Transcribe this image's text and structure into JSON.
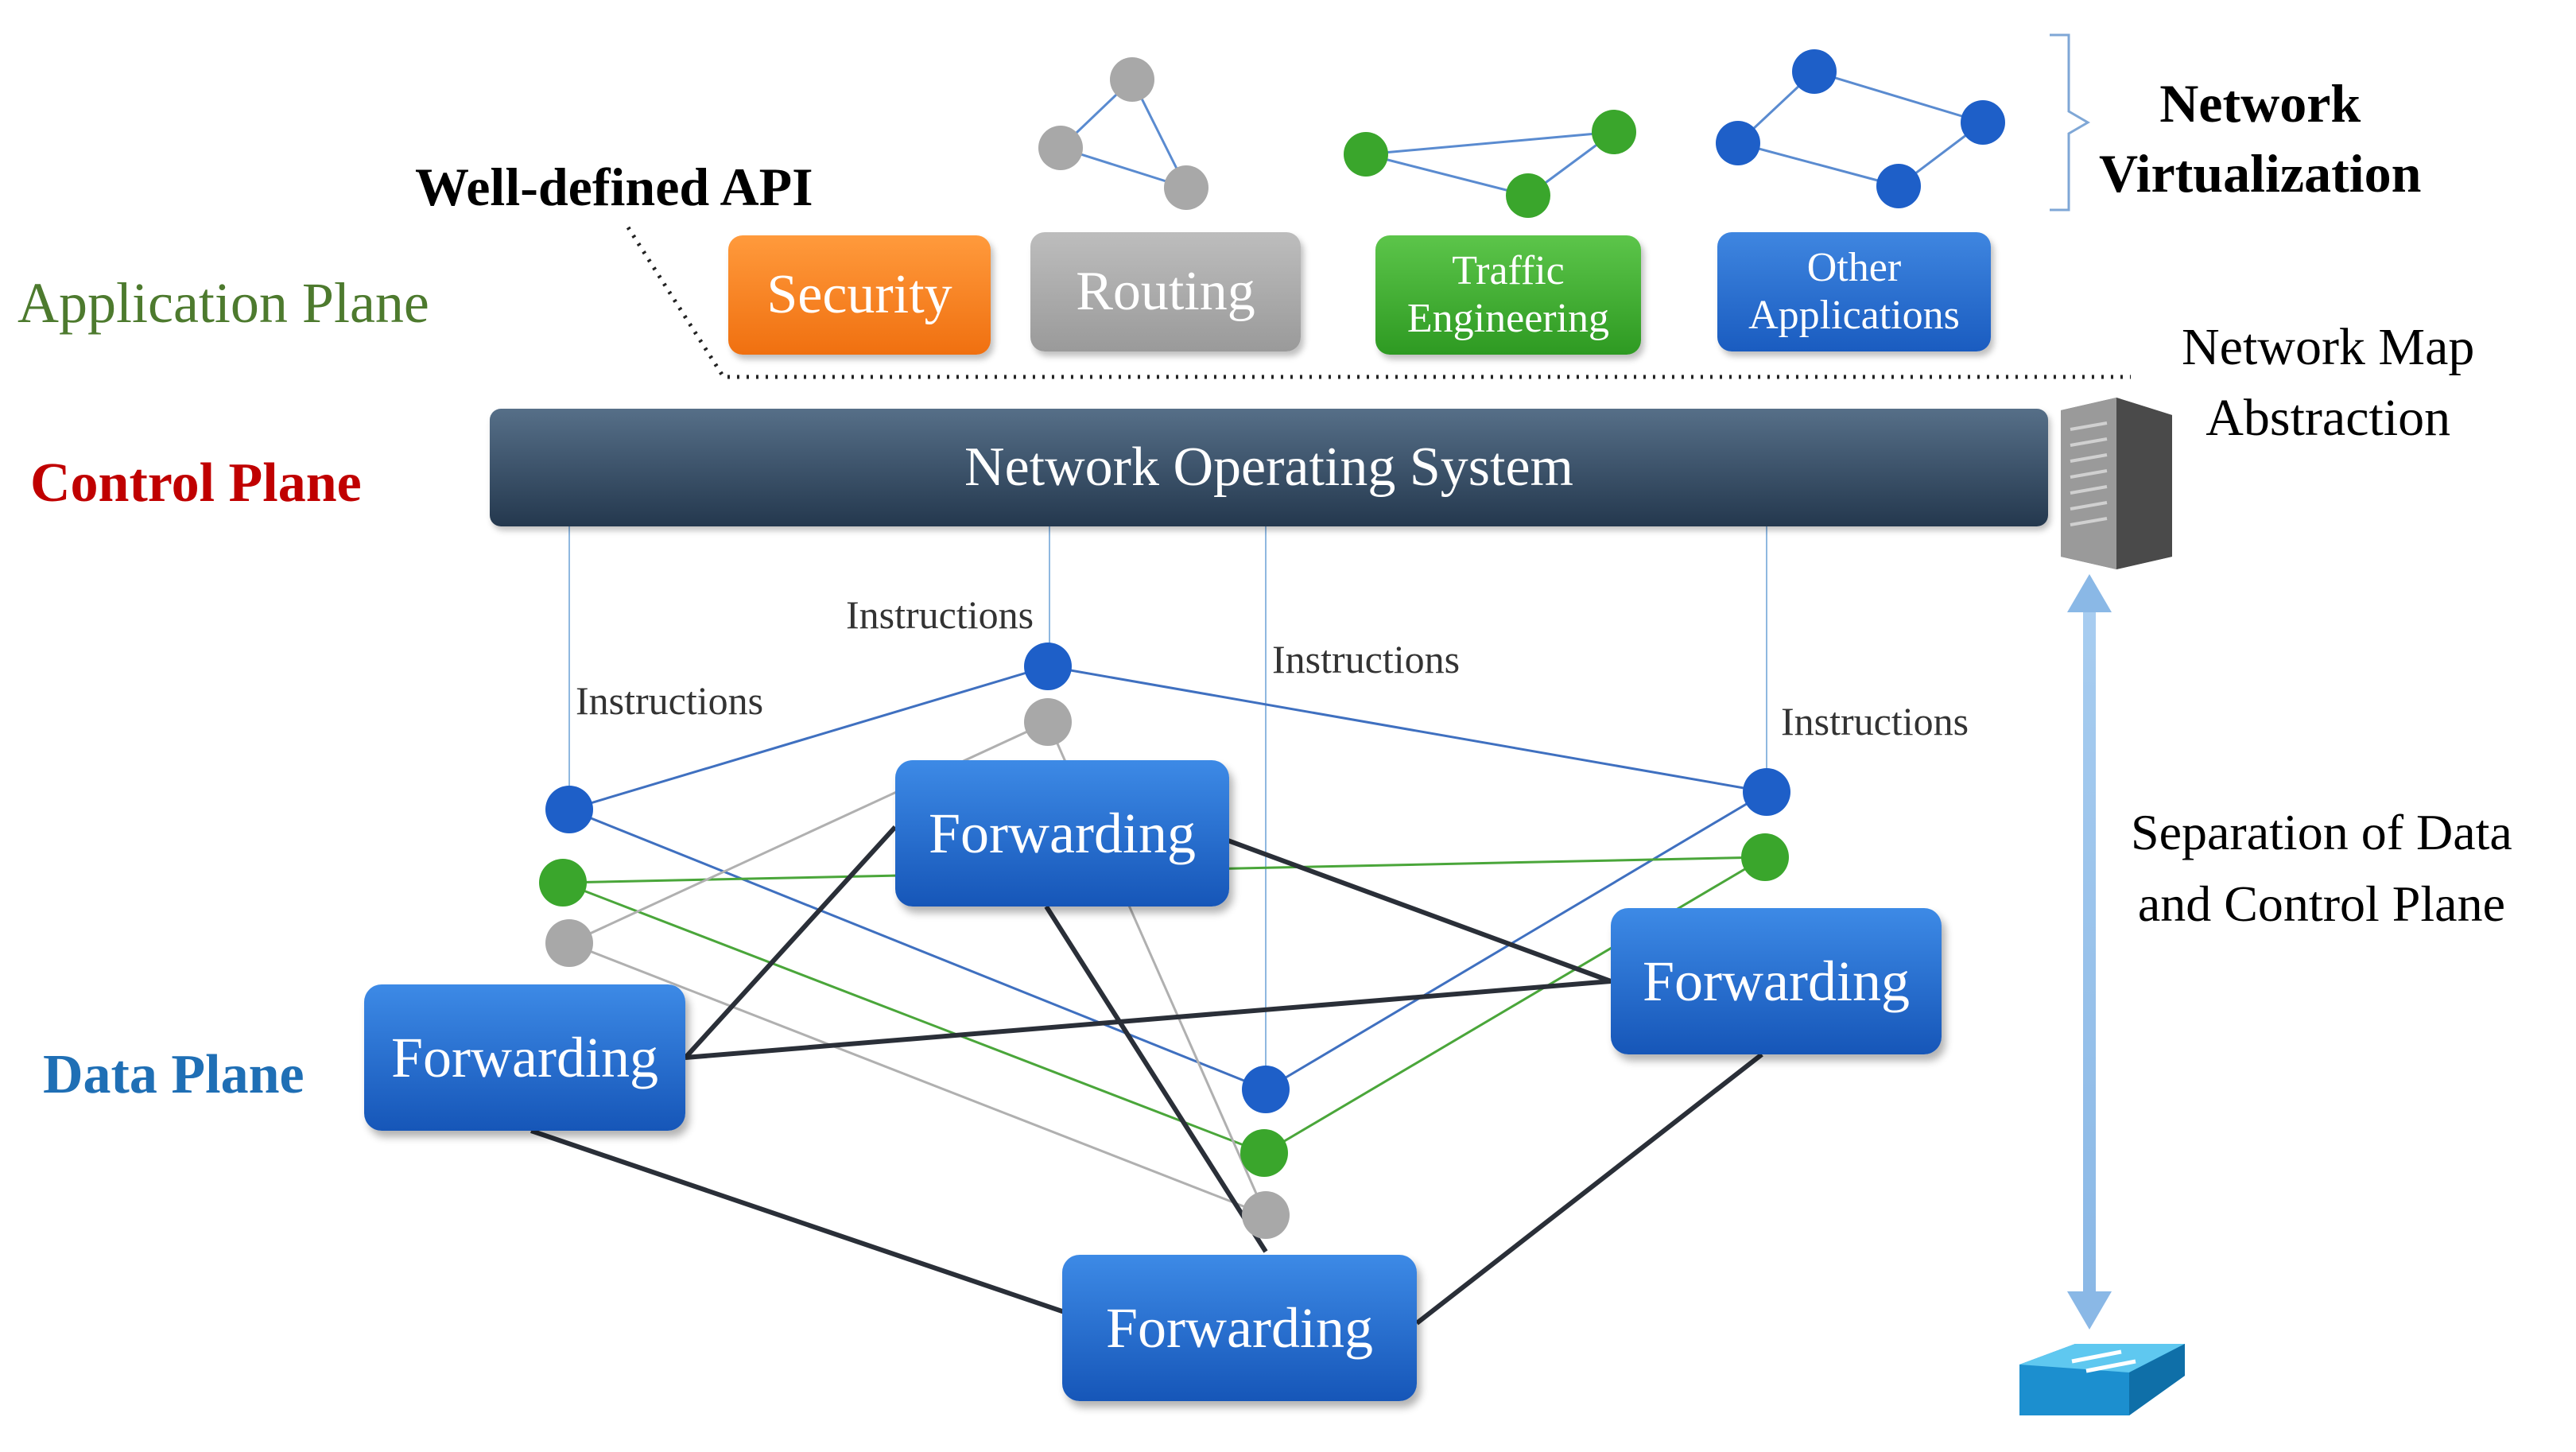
{
  "planes": {
    "application": "Application Plane",
    "control": "Control Plane",
    "data": "Data Plane"
  },
  "api_label": "Well-defined API",
  "network_virtualization": {
    "line1": "Network",
    "line2": "Virtualization"
  },
  "network_map": {
    "line1": "Network Map",
    "line2": "Abstraction"
  },
  "separation": {
    "line1": "Separation of Data",
    "line2": "and Control Plane"
  },
  "applications": {
    "security": "Security",
    "routing": "Routing",
    "traffic": {
      "line1": "Traffic",
      "line2": "Engineering"
    },
    "other": {
      "line1": "Other",
      "line2": "Applications"
    }
  },
  "nos_label": "Network Operating System",
  "instructions": "Instructions",
  "forwarding": "Forwarding",
  "colors": {
    "blue_node": "#1e5fc8",
    "green_node": "#3aa62c",
    "gray_node": "#a8a8a8",
    "security": "#f07010",
    "routing": "#9a9a9a",
    "traffic": "#2e9a22",
    "other": "#1a5cc0",
    "control_plane_text": "#c00000",
    "data_plane_text": "#1f6fb5",
    "application_plane_text": "#4d7a2e"
  }
}
